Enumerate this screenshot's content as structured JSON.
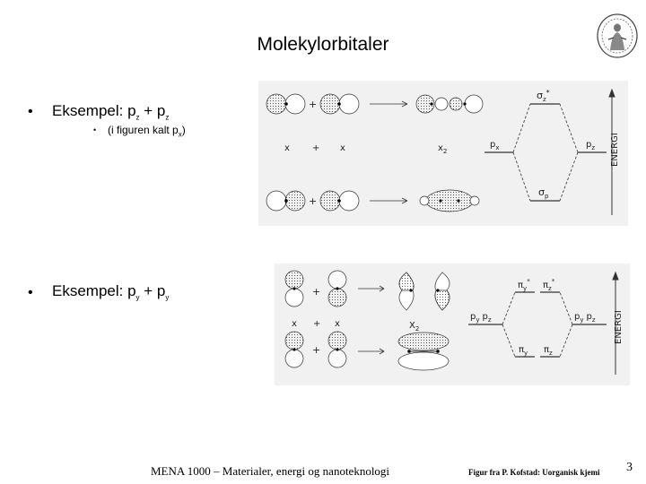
{
  "title": "Molekylorbitaler",
  "bullets": [
    {
      "marker": "•",
      "text": "Eksempel: p",
      "s1": "z",
      "mid": " + p",
      "s2": "z"
    },
    {
      "marker": "•",
      "text": "(i figuren kalt p",
      "s1": "x",
      "end": ")"
    },
    {
      "marker": "•",
      "text": "Eksempel: p",
      "s1": "y",
      "mid": " + p",
      "s2": "y"
    }
  ],
  "figure1": {
    "labels": {
      "x1": "x",
      "plus": "+",
      "x2": "x",
      "x2mol": "x",
      "x2sub": "2",
      "sigma_star": "σ",
      "sigma_star_sub": "z",
      "star": "*",
      "sigma": "σ",
      "sigma_sub": "p",
      "px": "p",
      "px_sub": "x",
      "pz": "p",
      "pz_sub": "z",
      "energi": "ENERGI"
    }
  },
  "figure2": {
    "labels": {
      "x": "x",
      "plus": "+",
      "x2mol": "X",
      "x2sub": "2",
      "pi_y_star": "π",
      "pi_z_star": "π",
      "pi_y": "π",
      "pi_z": "π",
      "y": "y",
      "z": "z",
      "star": "*",
      "py": "p",
      "py_sub": "y",
      "pz": "p",
      "pz_sub": "z",
      "energi": "ENERGI"
    }
  },
  "footer": {
    "course": "MENA 1000 – Materialer, energi og nanoteknologi",
    "credit": "Figur fra P. Kofstad: Uorganisk kjemi",
    "page": "3"
  }
}
